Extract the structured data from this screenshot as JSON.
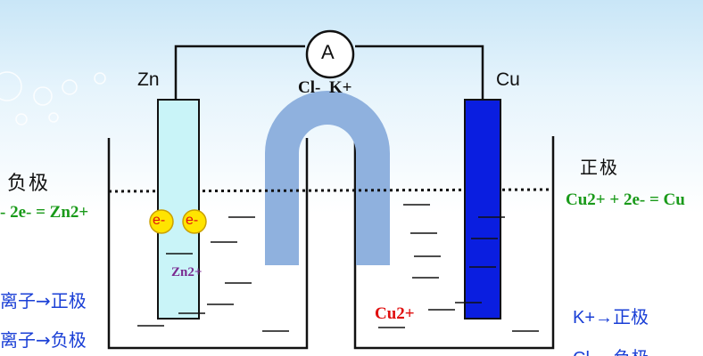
{
  "labels": {
    "zn_electrode": "Zn",
    "cu_electrode": "Cu",
    "ammeter": "A",
    "salt_bridge_ions": "Cl-  K+",
    "negative_pole": "负极",
    "positive_pole": "正极",
    "zn_half_reaction": "- 2e- = Zn2+",
    "cu_half_reaction": "Cu2+ + 2e- = Cu",
    "electron": "e-",
    "zn_ion": "Zn2+",
    "cu_ion": "Cu2+",
    "anion_to_positive": "离子→正极",
    "anion_to_negative": "离子→负极",
    "k_to_positive": "K+→正极",
    "cl_to_negative": "Cl-→负极"
  },
  "colors": {
    "zn_electrode_fill": "#c9f4f8",
    "cu_electrode_fill": "#0a1ee0",
    "salt_bridge": "#8fb1de",
    "electron_fill": "#ffe400",
    "electron_text": "#e01010",
    "reaction_text": "#1a9a1a",
    "ion_migration_text": "#1a3fd6"
  }
}
